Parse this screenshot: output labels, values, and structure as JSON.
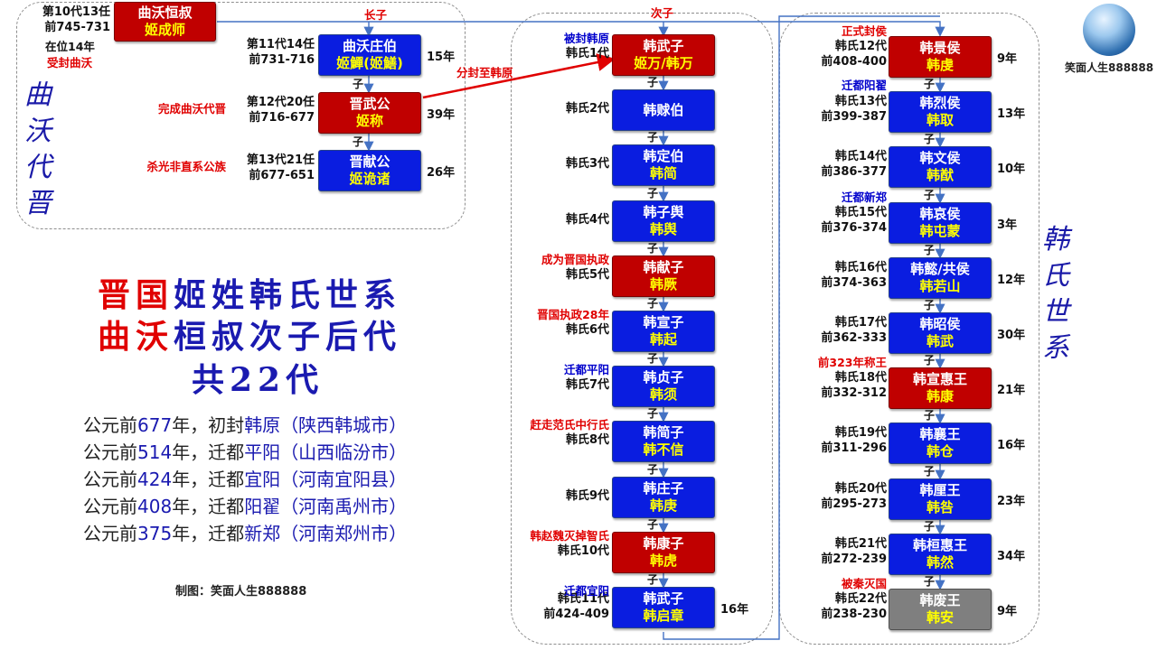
{
  "quwo": {
    "vertical_title": [
      "曲",
      "沃",
      "代",
      "晋"
    ],
    "nodes": [
      {
        "id": "q10",
        "title": "曲沃恒叔",
        "name": "姬成师",
        "style": "red",
        "gen": "第10代13任",
        "period": "前745-731",
        "years": "",
        "note": "在位14年",
        "note2": "受封曲沃"
      },
      {
        "id": "q11",
        "title": "曲沃庄伯",
        "name": "姬鱓(姬鱔)",
        "style": "blue",
        "gen": "第11代14任",
        "period": "前731-716",
        "years": "15年",
        "note": ""
      },
      {
        "id": "q12",
        "title": "晋武公",
        "name": "姬称",
        "style": "red",
        "gen": "第12代20任",
        "period": "前716-677",
        "years": "39年",
        "note": "完成曲沃代晋"
      },
      {
        "id": "q13",
        "title": "晋献公",
        "name": "姬诡诸",
        "style": "blue",
        "gen": "第13代21任",
        "period": "前677-651",
        "years": "26年",
        "note": "杀光非直系公族"
      }
    ],
    "link_eldest": "长子",
    "link_second": "次子",
    "link_fief": "分封至韩原"
  },
  "zi_label": "子",
  "col1": [
    {
      "title": "韩武子",
      "name": "姬万/韩万",
      "style": "red",
      "gen": "韩氏1代",
      "period": "",
      "years": "",
      "note": "被封韩原",
      "note_color": "blue"
    },
    {
      "title": "韩赇伯",
      "name": "",
      "style": "blue",
      "gen": "韩氏2代",
      "period": "",
      "years": "",
      "note": "",
      "note_color": ""
    },
    {
      "title": "韩定伯",
      "name": "韩简",
      "style": "blue",
      "gen": "韩氏3代",
      "period": "",
      "years": "",
      "note": "",
      "note_color": ""
    },
    {
      "title": "韩子舆",
      "name": "韩舆",
      "style": "blue",
      "gen": "韩氏4代",
      "period": "",
      "years": "",
      "note": "",
      "note_color": ""
    },
    {
      "title": "韩献子",
      "name": "韩厥",
      "style": "red",
      "gen": "韩氏5代",
      "period": "",
      "years": "",
      "note": "成为晋国执政",
      "note_color": "red"
    },
    {
      "title": "韩宣子",
      "name": "韩起",
      "style": "blue",
      "gen": "韩氏6代",
      "period": "",
      "years": "",
      "note": "晋国执政28年",
      "note_color": "red"
    },
    {
      "title": "韩贞子",
      "name": "韩须",
      "style": "blue",
      "gen": "韩氏7代",
      "period": "",
      "years": "",
      "note": "迁都平阳",
      "note_color": "blue"
    },
    {
      "title": "韩简子",
      "name": "韩不信",
      "style": "blue",
      "gen": "韩氏8代",
      "period": "",
      "years": "",
      "note": "赶走范氏中行氏",
      "note_color": "red"
    },
    {
      "title": "韩庄子",
      "name": "韩庚",
      "style": "blue",
      "gen": "韩氏9代",
      "period": "",
      "years": "",
      "note": "",
      "note_color": ""
    },
    {
      "title": "韩康子",
      "name": "韩虎",
      "style": "red",
      "gen": "韩氏10代",
      "period": "",
      "years": "",
      "note": "韩赵魏灭掉智氏",
      "note_color": "red"
    },
    {
      "title": "韩武子",
      "name": "韩启章",
      "style": "blue",
      "gen": "韩氏11代",
      "period": "前424-409",
      "years": "16年",
      "note": "迁都宜阳",
      "note_color": "blue"
    }
  ],
  "col2": [
    {
      "title": "韩景侯",
      "name": "韩虔",
      "style": "red",
      "gen": "韩氏12代",
      "period": "前408-400",
      "years": "9年",
      "note": "正式封侯",
      "note_color": "red",
      "note_below": "迁都阳翟"
    },
    {
      "title": "韩烈侯",
      "name": "韩取",
      "style": "blue",
      "gen": "韩氏13代",
      "period": "前399-387",
      "years": "13年",
      "note": "",
      "note_color": ""
    },
    {
      "title": "韩文侯",
      "name": "韩猷",
      "style": "blue",
      "gen": "韩氏14代",
      "period": "前386-377",
      "years": "10年",
      "note": "",
      "note_color": ""
    },
    {
      "title": "韩哀侯",
      "name": "韩屯蒙",
      "style": "blue",
      "gen": "韩氏15代",
      "period": "前376-374",
      "years": "3年",
      "note": "迁都新郑",
      "note_color": "blue"
    },
    {
      "title": "韩懿/共侯",
      "name": "韩若山",
      "style": "blue",
      "gen": "韩氏16代",
      "period": "前374-363",
      "years": "12年",
      "note": "",
      "note_color": ""
    },
    {
      "title": "韩昭侯",
      "name": "韩武",
      "style": "blue",
      "gen": "韩氏17代",
      "period": "前362-333",
      "years": "30年",
      "note": "",
      "note_color": ""
    },
    {
      "title": "韩宣惠王",
      "name": "韩康",
      "style": "red",
      "gen": "韩氏18代",
      "period": "前332-312",
      "years": "21年",
      "note": "前323年称王",
      "note_color": "red"
    },
    {
      "title": "韩襄王",
      "name": "韩仓",
      "style": "blue",
      "gen": "韩氏19代",
      "period": "前311-296",
      "years": "16年",
      "note": "",
      "note_color": ""
    },
    {
      "title": "韩厘王",
      "name": "韩咎",
      "style": "blue",
      "gen": "韩氏20代",
      "period": "前295-273",
      "years": "23年",
      "note": "",
      "note_color": ""
    },
    {
      "title": "韩桓惠王",
      "name": "韩然",
      "style": "blue",
      "gen": "韩氏21代",
      "period": "前272-239",
      "years": "34年",
      "note": "",
      "note_color": ""
    },
    {
      "title": "韩废王",
      "name": "韩安",
      "style": "gray",
      "gen": "韩氏22代",
      "period": "前238-230",
      "years": "9年",
      "note": "被秦灭国",
      "note_color": "red"
    }
  ],
  "han_vertical": [
    "韩",
    "氏",
    "世",
    "系"
  ],
  "headline": {
    "line1_red": "晋国",
    "line1_blue": "姬姓韩氏世系",
    "line2_red": "曲沃",
    "line2_blue": "桓叔次子后代",
    "line3": "共22代"
  },
  "events": [
    {
      "pre": "公元前",
      "year": "677",
      "mid": "年，初封",
      "place": "韩原",
      "loc": "（陕西韩城市）"
    },
    {
      "pre": "公元前",
      "year": "514",
      "mid": "年，迁都",
      "place": "平阳",
      "loc": "（山西临汾市）"
    },
    {
      "pre": "公元前",
      "year": "424",
      "mid": "年，迁都",
      "place": "宜阳",
      "loc": "（河南宜阳县）"
    },
    {
      "pre": "公元前",
      "year": "408",
      "mid": "年，迁都",
      "place": "阳翟",
      "loc": "（河南禹州市）"
    },
    {
      "pre": "公元前",
      "year": "375",
      "mid": "年，迁都",
      "place": "新郑",
      "loc": "（河南郑州市）"
    }
  ],
  "credit": "制图：笑面人生888888",
  "author_label": "笑面人生888888",
  "colors": {
    "red_box": "#c00000",
    "blue_box": "#0a1de0",
    "gray_box": "#7f7f7f",
    "name_yellow": "#ffff00",
    "note_red": "#e00000",
    "note_blue": "#0000cc"
  }
}
